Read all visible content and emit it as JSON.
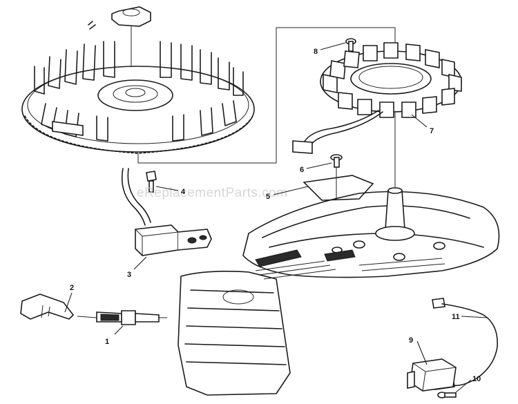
{
  "watermark": "eReplacementParts.com",
  "callouts": [
    {
      "id": "1",
      "label": "1",
      "part": "spark-plug"
    },
    {
      "id": "2",
      "label": "2",
      "part": "spark-plug-boot"
    },
    {
      "id": "3",
      "label": "3",
      "part": "ignition-coil"
    },
    {
      "id": "4",
      "label": "4",
      "part": "coil-screw"
    },
    {
      "id": "5",
      "label": "5",
      "part": "bracket"
    },
    {
      "id": "6",
      "label": "6",
      "part": "bracket-screw"
    },
    {
      "id": "7",
      "label": "7",
      "part": "stator"
    },
    {
      "id": "8",
      "label": "8",
      "part": "stator-screw"
    },
    {
      "id": "9",
      "label": "9",
      "part": "regulator"
    },
    {
      "id": "10",
      "label": "10",
      "part": "regulator-screw"
    },
    {
      "id": "11",
      "label": "11",
      "part": "wire-harness"
    }
  ]
}
